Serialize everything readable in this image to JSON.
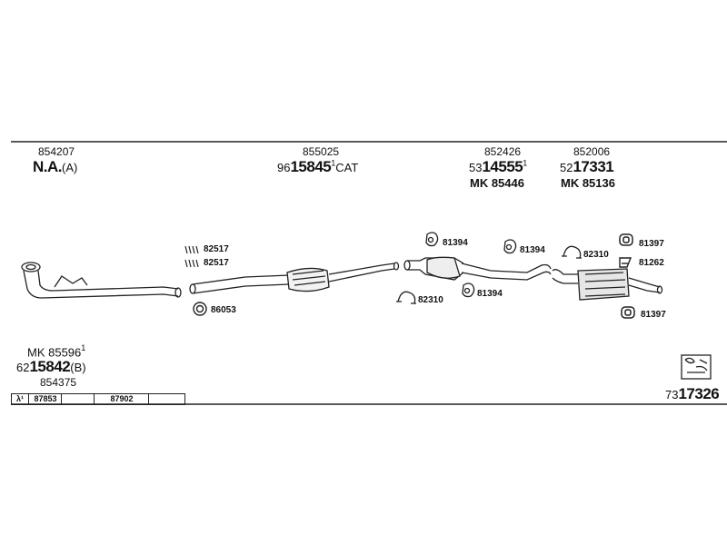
{
  "top_parts": {
    "p1_number": "854207",
    "p1_note_main": "N.A.",
    "p1_note_suffix": "(A)",
    "p2_number": "855025",
    "p2_prefix": "96",
    "p2_main": "15845",
    "p2_sup": "1",
    "p2_suffix": "CAT",
    "p3_number": "852426",
    "p3_prefix": "53",
    "p3_main": "14555",
    "p3_sup": "1",
    "p3_mk": "MK 85446",
    "p4_number": "852006",
    "p4_prefix": "52",
    "p4_main": "17331",
    "p4_mk": "MK 85136"
  },
  "callouts": {
    "c82517a": "82517",
    "c82517b": "82517",
    "c86053": "86053",
    "c81394a": "81394",
    "c81394b": "81394",
    "c81394c": "81394",
    "c82310a": "82310",
    "c82310b": "82310",
    "c81397a": "81397",
    "c81262": "81262",
    "c81397b": "81397"
  },
  "bottom_left": {
    "mk": "MK 85596",
    "mk_sup": "1",
    "prefix": "62",
    "main": "15842",
    "suffix": "(B)",
    "number": "854375"
  },
  "lambda_strip": {
    "symbol": "λ¹",
    "cell1": "87853",
    "cell2": "87902"
  },
  "diagram_ref": {
    "prefix": "73",
    "main": "17326"
  },
  "colors": {
    "line": "#222222",
    "background": "#ffffff"
  }
}
